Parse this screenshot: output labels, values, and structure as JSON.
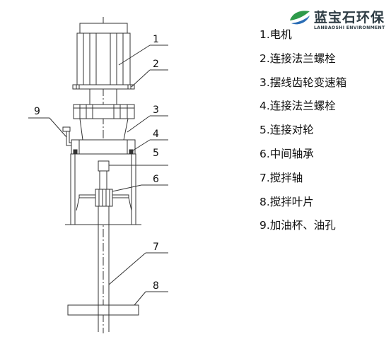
{
  "brand": {
    "name": "蓝宝石环保",
    "subtitle": "LANBAOSHI ENVIRONMENT",
    "colors": {
      "green": "#2e9a4a",
      "blue": "#2a6db5",
      "text": "#2f3d45"
    }
  },
  "callouts": [
    "1",
    "2",
    "3",
    "4",
    "5",
    "6",
    "7",
    "8",
    "9"
  ],
  "legend": [
    "1.电机",
    "2.连接法兰螺栓",
    "3.摆线齿轮变速箱",
    "4.连接法兰螺栓",
    "5.连接对轮",
    "6.中间轴承",
    "7.搅拌轴",
    "8.搅拌叶片",
    "9.加油杯、油孔"
  ]
}
